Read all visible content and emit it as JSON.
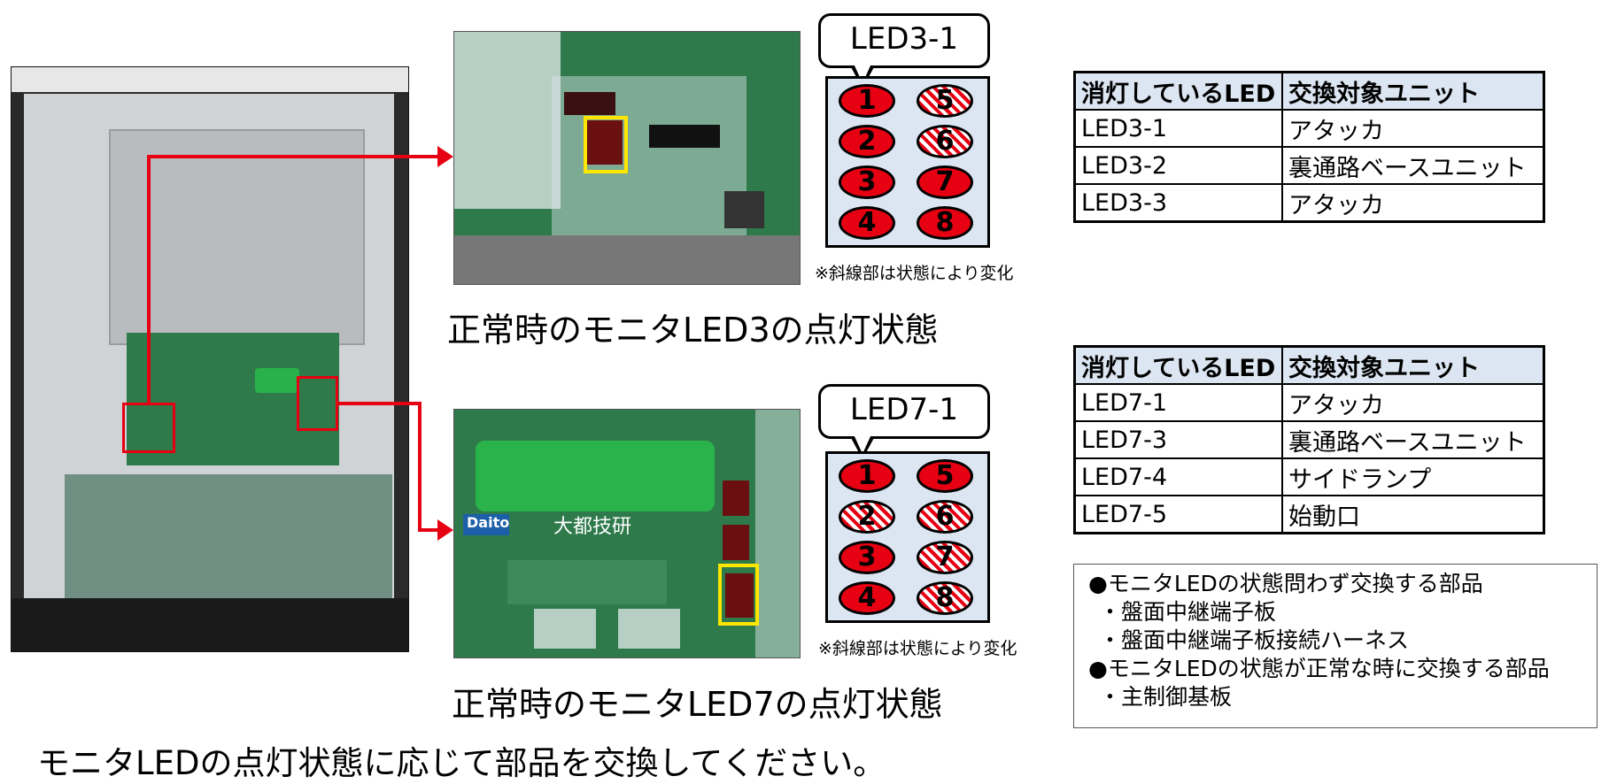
{
  "led3": {
    "bubble_label": "LED3-1",
    "leds": [
      {
        "n": "1",
        "state": "on"
      },
      {
        "n": "2",
        "state": "on"
      },
      {
        "n": "3",
        "state": "on"
      },
      {
        "n": "4",
        "state": "on"
      },
      {
        "n": "5",
        "state": "hatch"
      },
      {
        "n": "6",
        "state": "hatch"
      },
      {
        "n": "7",
        "state": "on"
      },
      {
        "n": "8",
        "state": "on"
      }
    ],
    "note": "※斜線部は状態により変化",
    "caption": "正常時のモニタLED3の点灯状態"
  },
  "led7": {
    "bubble_label": "LED7-1",
    "leds": [
      {
        "n": "1",
        "state": "on"
      },
      {
        "n": "2",
        "state": "hatch"
      },
      {
        "n": "3",
        "state": "on"
      },
      {
        "n": "4",
        "state": "on"
      },
      {
        "n": "5",
        "state": "on"
      },
      {
        "n": "6",
        "state": "hatch"
      },
      {
        "n": "7",
        "state": "hatch"
      },
      {
        "n": "8",
        "state": "hatch"
      }
    ],
    "note": "※斜線部は状態により変化",
    "caption": "正常時のモニタLED7の点灯状態",
    "board_logo": "Daito",
    "board_maker": "大都技研"
  },
  "table1": {
    "headers": [
      "消灯しているLED",
      "交換対象ユニット"
    ],
    "rows": [
      [
        "LED3-1",
        "アタッカ"
      ],
      [
        "LED3-2",
        "裏通路ベースユニット"
      ],
      [
        "LED3-3",
        "アタッカ"
      ]
    ]
  },
  "table2": {
    "headers": [
      "消灯しているLED",
      "交換対象ユニット"
    ],
    "rows": [
      [
        "LED7-1",
        "アタッカ"
      ],
      [
        "LED7-3",
        "裏通路ベースユニット"
      ],
      [
        "LED7-4",
        "サイドランプ"
      ],
      [
        "LED7-5",
        "始動口"
      ]
    ]
  },
  "info": {
    "lines": [
      "●モニタLEDの状態問わず交換する部品",
      "・盤面中継端子板",
      "・盤面中継端子板接続ハーネス",
      "●モニタLEDの状態が正常な時に交換する部品",
      "・主制御基板"
    ]
  },
  "footer": "モニタLEDの点灯状態に応じて部品を交換してください。",
  "colors": {
    "accent_red": "#e60012",
    "highlight_yellow": "#ffe600",
    "table_header": "#dce6f2",
    "panel_bg": "#dce6f2"
  }
}
